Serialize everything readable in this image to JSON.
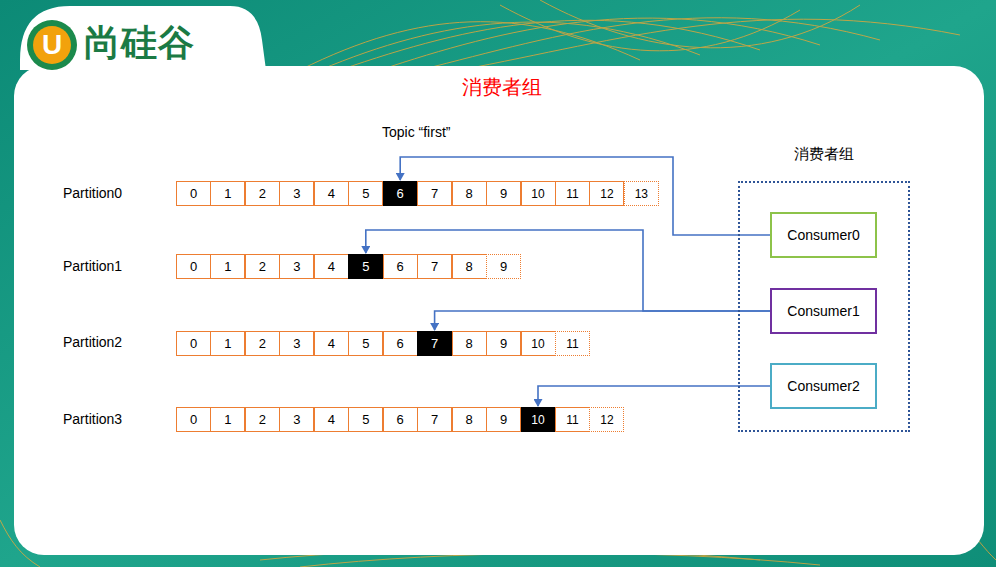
{
  "diagram": {
    "title": "消费者组",
    "nodes": [
      {
        "text": [
          "0"
        ]
      },
      {
        "text": [
          "1"
        ]
      },
      {
        "text": [
          "2"
        ]
      },
      {
        "text": [
          "3"
        ]
      },
      {
        "text": [
          "4"
        ]
      },
      {
        "text": [
          "5"
        ]
      },
      {
        "text": [
          "6"
        ]
      },
      {
        "text": [
          "7"
        ]
      },
      {
        "text": [
          "8"
        ]
      },
      {
        "text": [
          "9"
        ]
      },
      {
        "text": [
          "10"
        ]
      },
      {
        "text": [
          "11"
        ]
      },
      {
        "text": [
          "12"
        ]
      },
      {
        "text": [
          "13"
        ]
      },
      {
        "text": [
          "0"
        ]
      },
      {
        "text": [
          "1"
        ]
      },
      {
        "text": [
          "2"
        ]
      },
      {
        "text": [
          "3"
        ]
      },
      {
        "text": [
          "4"
        ]
      },
      {
        "text": [
          "5"
        ]
      },
      {
        "text": [
          "6"
        ]
      },
      {
        "text": [
          "7"
        ]
      },
      {
        "text": [
          "8"
        ]
      },
      {
        "text": [
          "9"
        ]
      },
      {
        "text": [
          "0"
        ]
      },
      {
        "text": [
          "1"
        ]
      },
      {
        "text": [
          "2"
        ]
      },
      {
        "text": [
          "3"
        ]
      },
      {
        "text": [
          "4"
        ]
      },
      {
        "text": [
          "5"
        ]
      },
      {
        "text": [
          "6"
        ]
      },
      {
        "text": [
          "7"
        ]
      },
      {
        "text": [
          "8"
        ]
      },
      {
        "text": [
          "9"
        ]
      },
      {
        "text": [
          "10"
        ]
      },
      {
        "text": [
          "11"
        ]
      },
      {
        "text": [
          "0"
        ]
      },
      {
        "text": [
          "1"
        ]
      },
      {
        "text": [
          "2"
        ]
      },
      {
        "text": [
          "3"
        ]
      },
      {
        "text": [
          "4"
        ]
      },
      {
        "text": [
          "5"
        ]
      },
      {
        "text": [
          "6"
        ]
      },
      {
        "text": [
          "7"
        ]
      },
      {
        "text": [
          "8"
        ]
      },
      {
        "text": [
          "9"
        ]
      },
      {
        "text": [
          "10"
        ]
      },
      {
        "text": [
          "11"
        ]
      },
      {
        "text": [
          "12"
        ]
      },
      {
        "text": [
          "消费者组"
        ]
      },
      {
        "text": [
          "Consumer0"
        ],
        "in": 49
      },
      {
        "text": [
          "Consumer1"
        ],
        "in": 49
      },
      {
        "text": [
          "Consumer2"
        ],
        "in": 49
      }
    ],
    "edges": [
      {
        "from": 50,
        "to": 6,
        "arrow": "to"
      },
      {
        "from": 51,
        "to": 19,
        "arrow": "to"
      },
      {
        "from": 51,
        "to": 31,
        "arrow": "to"
      },
      {
        "from": 52,
        "to": 46,
        "arrow": "to"
      }
    ],
    "labels": [
      "U",
      "尚硅谷",
      "Topic “first”",
      "Partition0",
      "Partition1",
      "Partition2",
      "Partition3"
    ]
  }
}
